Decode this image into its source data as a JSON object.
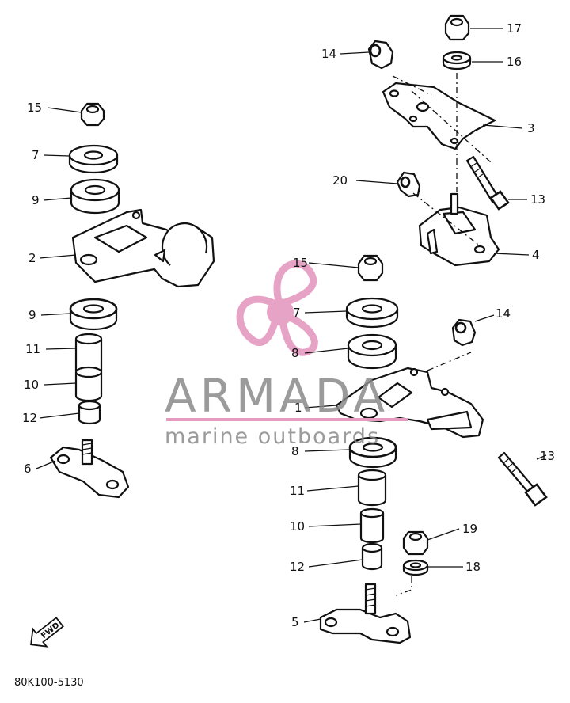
{
  "watermark": {
    "brand": "ARMADA",
    "tagline": "marine outboards",
    "accent_color": "#e59ac0",
    "text_color": "#8a8a8a"
  },
  "diagram_code": "80K100-5130",
  "fwd_label": "FWD",
  "callouts": {
    "c1": "1",
    "c2": "2",
    "c3": "3",
    "c4": "4",
    "c5": "5",
    "c6": "6",
    "c7a": "7",
    "c7b": "7",
    "c8a": "8",
    "c8b": "8",
    "c9a": "9",
    "c9b": "9",
    "c10a": "10",
    "c10b": "10",
    "c11a": "11",
    "c11b": "11",
    "c12a": "12",
    "c12b": "12",
    "c13a": "13",
    "c13b": "13",
    "c14a": "14",
    "c14b": "14",
    "c15a": "15",
    "c15b": "15",
    "c16": "16",
    "c17": "17",
    "c18": "18",
    "c19": "19",
    "c20": "20"
  }
}
